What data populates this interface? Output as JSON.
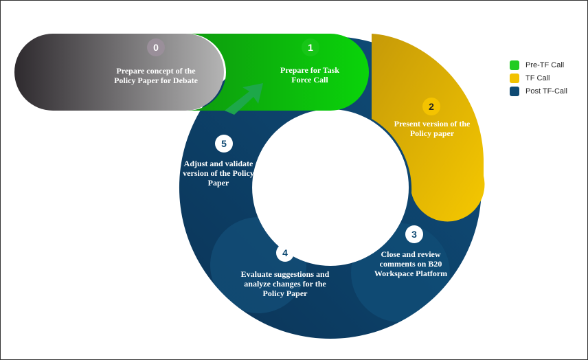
{
  "stages": [
    {
      "number": "0",
      "label": "Prepare concept of the Policy Paper for Debate"
    },
    {
      "number": "1",
      "label": "Prepare for Task Force Call"
    },
    {
      "number": "2",
      "label": "Present version of the Policy paper"
    },
    {
      "number": "3",
      "label": "Close and review comments on B20 Workspace Platform"
    },
    {
      "number": "4",
      "label": "Evaluate suggestions and analyze changes for the Policy Paper"
    },
    {
      "number": "5",
      "label": "Adjust and validate version of the Policy Paper"
    }
  ],
  "legend": [
    {
      "label": "Pre-TF Call",
      "color": "#22cc22"
    },
    {
      "label": "TF Call",
      "color": "#f2c200"
    },
    {
      "label": "Post TF-Call",
      "color": "#0f4a73"
    }
  ],
  "colors": {
    "stage0_dark": "#2e2a2e",
    "stage0_light": "#b4b4b4",
    "stage1_dark": "#0e9a0e",
    "stage1_light": "#0ad40a",
    "stage2_dark": "#c69a08",
    "stage2_light": "#f5c800",
    "ring_dark": "#0b3457",
    "ring_light": "#0f4f7c",
    "arrow": "#1fa84d"
  }
}
